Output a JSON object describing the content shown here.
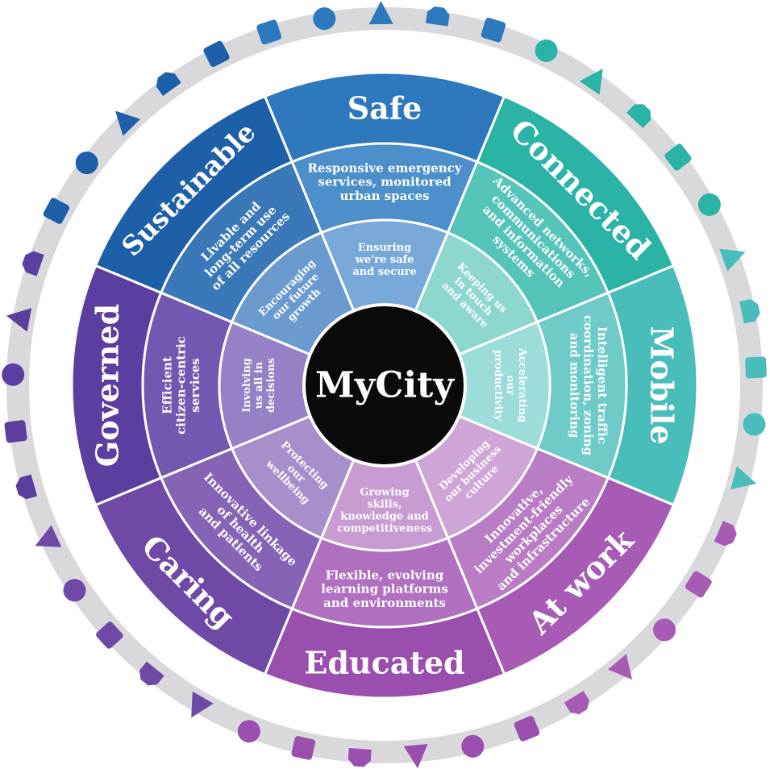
{
  "center": {
    "label": "MyCity"
  },
  "segments": [
    {
      "title": "Safe",
      "outer_lines": [
        "Responsive emergency",
        "services, monitored",
        "urban spaces"
      ],
      "inner_lines": [
        "Ensuring",
        "we're safe",
        "and secure"
      ],
      "colors": {
        "title": "#2e79bd",
        "outer": "#4d8fcb",
        "inner": "#79a9d9"
      }
    },
    {
      "title": "Connected",
      "outer_lines": [
        "Advanced networks,",
        "communications",
        "and information",
        "systems"
      ],
      "inner_lines": [
        "Keeping us",
        "in touch",
        "and aware"
      ],
      "colors": {
        "title": "#2bb3a6",
        "outer": "#55c4b9",
        "inner": "#8ed7cf"
      }
    },
    {
      "title": "Mobile",
      "outer_lines": [
        "Intelligent traffic",
        "coordination, zoning",
        "and monitoring"
      ],
      "inner_lines": [
        "Accelerating",
        "our",
        "productivity"
      ],
      "colors": {
        "title": "#49bdb9",
        "outer": "#6fcbc7",
        "inner": "#9cdcd9"
      }
    },
    {
      "title": "At work",
      "outer_lines": [
        "Innovative,",
        "investment-friendly",
        "workplaces",
        "and infrastructure"
      ],
      "inner_lines": [
        "Developing",
        "our business",
        "culture"
      ],
      "colors": {
        "title": "#a85bb5",
        "outer": "#ba7cc4",
        "inner": "#cfa4d6"
      }
    },
    {
      "title": "Educated",
      "outer_lines": [
        "Flexible, evolving",
        "learning platforms",
        "and environments"
      ],
      "inner_lines": [
        "Growing",
        "skills,",
        "knowledge and",
        "competitiveness"
      ],
      "colors": {
        "title": "#9a4fae",
        "outer": "#b06fbf",
        "inner": "#c99bd3"
      }
    },
    {
      "title": "Caring",
      "outer_lines": [
        "Innovative linkage",
        "of health",
        "and patients"
      ],
      "inner_lines": [
        "Protecting",
        "our",
        "wellbeing"
      ],
      "colors": {
        "title": "#6f49a6",
        "outer": "#8564b5",
        "inner": "#a78fcc"
      }
    },
    {
      "title": "Governed",
      "outer_lines": [
        "Efficient",
        "citizen-centric",
        "services"
      ],
      "inner_lines": [
        "Involving",
        "us all in",
        "decisions"
      ],
      "colors": {
        "title": "#5b3fa0",
        "outer": "#7258b1",
        "inner": "#9481c6"
      }
    },
    {
      "title": "Sustainable",
      "outer_lines": [
        "Livable and",
        "long-term use",
        "of all resources"
      ],
      "inner_lines": [
        "Encouraging",
        "our future",
        "growth"
      ],
      "colors": {
        "title": "#1d5fa8",
        "outer": "#3a78b9",
        "inner": "#6a9ace"
      }
    }
  ],
  "ring_icons": [
    "taxi-icon",
    "padlock-icon",
    "cctv-camera-icon",
    "key-icon",
    "fire-extinguisher-icon",
    "satellite-dish-icon",
    "telephone-icon",
    "computer-monitor-icon",
    "mobile-phone-icon",
    "radio-tower-icon",
    "train-icon",
    "bicycle-icon",
    "car-icon",
    "airplane-icon",
    "helicopter-icon",
    "blimp-icon",
    "skyscraper-icon",
    "office-building-icon",
    "crane-icon",
    "tower-icon",
    "handshake-icon",
    "globe-icon",
    "abc-icon",
    "books-icon",
    "pencil-icon",
    "graduation-cap-icon",
    "wheelchair-icon",
    "medicine-icon",
    "microscope-icon",
    "heart-icon",
    "capitol-building-icon",
    "laurel-wreath-icon",
    "ballot-box-icon",
    "gavel-icon",
    "scales-icon",
    "flower-icon",
    "wind-turbine-icon",
    "footprint-icon",
    "lightbulb-icon",
    "leaf-icon",
    "butterfly-icon"
  ],
  "colors": {
    "center": "#0a0a0a",
    "ring": "#d9d9dc",
    "border": "#ffffff"
  }
}
